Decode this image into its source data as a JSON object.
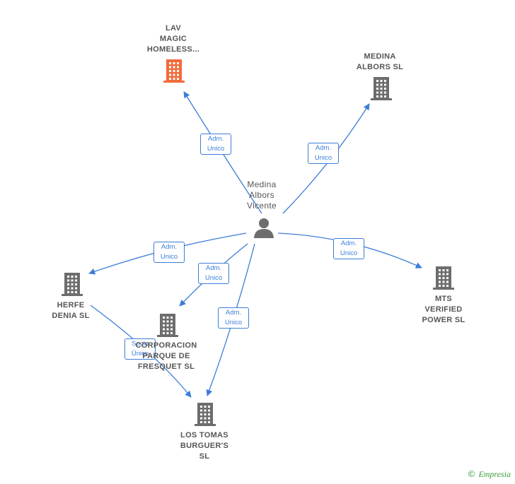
{
  "colors": {
    "edge": "#3b7dd8",
    "building": "#6d6d6d",
    "highlight": "#f26b3a",
    "person": "#6d6d6d"
  },
  "person": {
    "label": "Medina\nAlbors\nVicente",
    "icon": "person-icon"
  },
  "nodes": [
    {
      "id": "lav",
      "label": "LAV\nMAGIC\nHOMELESS...",
      "highlight": true
    },
    {
      "id": "medina",
      "label": "MEDINA\nALBORS SL",
      "highlight": false
    },
    {
      "id": "herfe",
      "label": "HERFE\nDENIA  SL",
      "highlight": false
    },
    {
      "id": "corporacion",
      "label": "CORPORACION\nPARQUE DE\nFRESQUET  SL",
      "highlight": false
    },
    {
      "id": "mts",
      "label": "MTS\nVERIFIED\nPOWER  SL",
      "highlight": false
    },
    {
      "id": "lostomas",
      "label": "LOS TOMAS\nBURGUER'S\nSL",
      "highlight": false
    }
  ],
  "edges": [
    {
      "from": "person",
      "to": "lav",
      "label": "Adm.\nUnico"
    },
    {
      "from": "person",
      "to": "medina",
      "label": "Adm.\nUnico"
    },
    {
      "from": "person",
      "to": "herfe",
      "label": "Adm.\nUnico"
    },
    {
      "from": "person",
      "to": "corporacion",
      "label": "Adm.\nUnico"
    },
    {
      "from": "person",
      "to": "lostomas",
      "label": "Adm.\nUnico"
    },
    {
      "from": "person",
      "to": "mts",
      "label": "Adm.\nUnico"
    },
    {
      "from": "herfe",
      "to": "lostomas",
      "label": "Socio\nÚnico"
    }
  ],
  "footer": {
    "copyright": "©",
    "brand": "Empresia"
  }
}
